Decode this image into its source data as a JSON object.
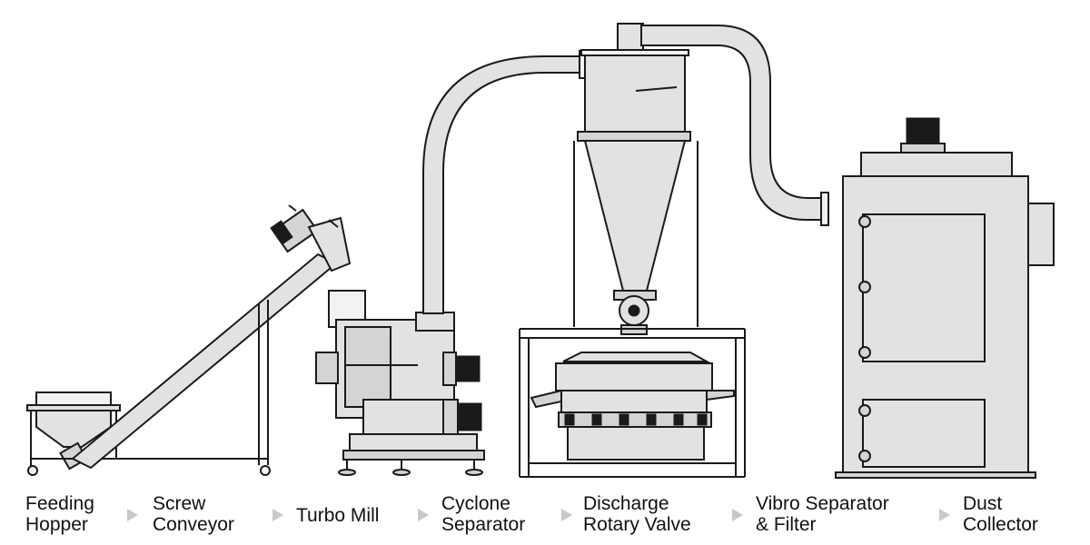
{
  "stages": [
    {
      "line1": "Feeding",
      "line2": "Hopper"
    },
    {
      "line1": "Screw",
      "line2": "Conveyor"
    },
    {
      "line1": "Turbo Mill",
      "line2": ""
    },
    {
      "line1": "Cyclone",
      "line2": "Separator"
    },
    {
      "line1": "Discharge",
      "line2": "Rotary Valve"
    },
    {
      "line1": "Vibro Separator",
      "line2": "& Filter"
    },
    {
      "line1": "Dust",
      "line2": "Collector"
    }
  ],
  "colors": {
    "line": "#1a1a1a",
    "metal": "#e2e2e2",
    "arrow": "#c8c8c8"
  }
}
